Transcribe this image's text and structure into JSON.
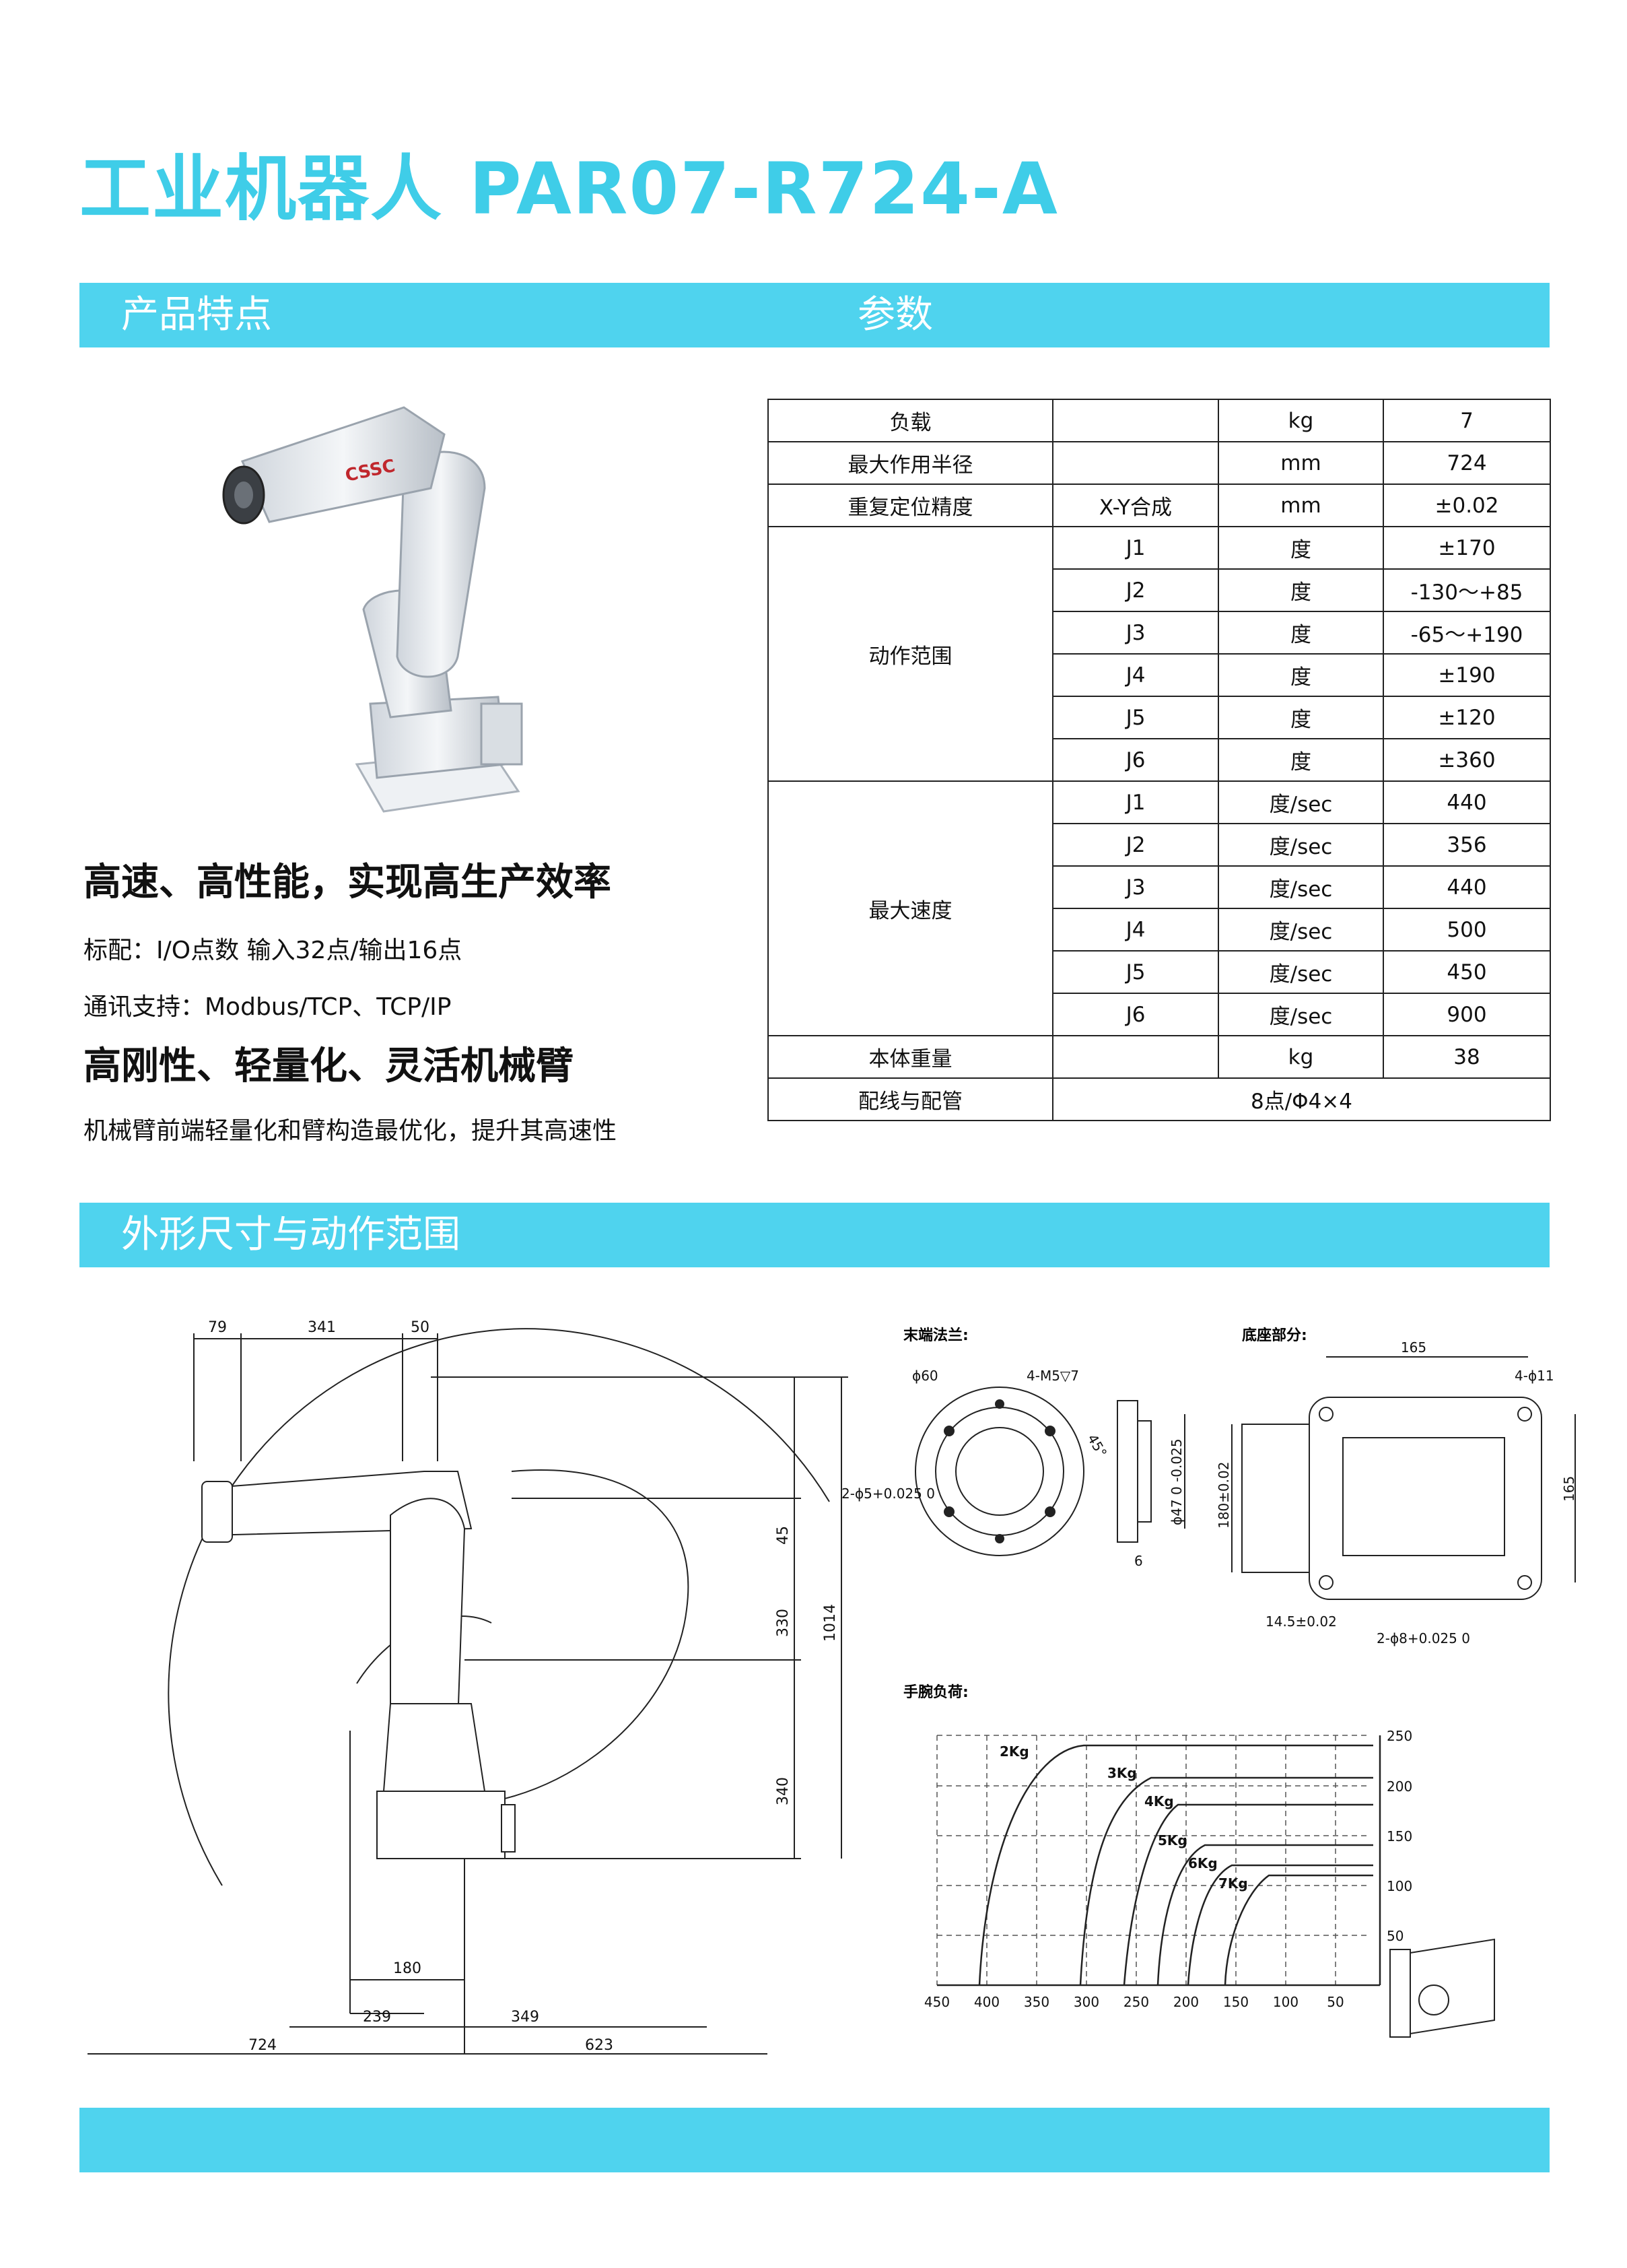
{
  "title": "工业机器人 PAR07-R724-A",
  "sections": {
    "features": "产品特点",
    "params": "参数",
    "dimensions": "外形尺寸与动作范围"
  },
  "photo_logo": "CSSC",
  "features": {
    "h1": "高速、高性能，实现高生产效率",
    "t1": "标配：I/O点数 输入32点/输出16点",
    "t2": "通讯支持：Modbus/TCP、TCP/IP",
    "h2": "高刚性、轻量化、灵活机械臂",
    "t3": "机械臂前端轻量化和臂构造最优化，提升其高速性"
  },
  "params": {
    "payload": {
      "label": "负载",
      "unit": "kg",
      "value": "7"
    },
    "reach": {
      "label": "最大作用半径",
      "unit": "mm",
      "value": "724"
    },
    "repeat": {
      "label": "重复定位精度",
      "sub": "X-Y合成",
      "unit": "mm",
      "value": "±0.02"
    },
    "range": {
      "label": "动作范围",
      "rows": [
        {
          "axis": "J1",
          "unit": "度",
          "value": "±170"
        },
        {
          "axis": "J2",
          "unit": "度",
          "value": "-130～+85"
        },
        {
          "axis": "J3",
          "unit": "度",
          "value": "-65～+190"
        },
        {
          "axis": "J4",
          "unit": "度",
          "value": "±190"
        },
        {
          "axis": "J5",
          "unit": "度",
          "value": "±120"
        },
        {
          "axis": "J6",
          "unit": "度",
          "value": "±360"
        }
      ]
    },
    "speed": {
      "label": "最大速度",
      "rows": [
        {
          "axis": "J1",
          "unit": "度/sec",
          "value": "440"
        },
        {
          "axis": "J2",
          "unit": "度/sec",
          "value": "356"
        },
        {
          "axis": "J3",
          "unit": "度/sec",
          "value": "440"
        },
        {
          "axis": "J4",
          "unit": "度/sec",
          "value": "500"
        },
        {
          "axis": "J5",
          "unit": "度/sec",
          "value": "450"
        },
        {
          "axis": "J6",
          "unit": "度/sec",
          "value": "900"
        }
      ]
    },
    "weight": {
      "label": "本体重量",
      "unit": "kg",
      "value": "38"
    },
    "wiring": {
      "label": "配线与配管",
      "value": "8点/Φ4×4"
    }
  },
  "drawing": {
    "dims": {
      "d79": "79",
      "d341": "341",
      "d50": "50",
      "d45": "45",
      "d330": "330",
      "d1014": "1014",
      "d340": "340",
      "d180": "180",
      "d724": "724",
      "d239": "239",
      "d349": "349",
      "d623": "623"
    },
    "flange": {
      "title": "末端法兰:",
      "phi60": "ϕ60",
      "m5": "4-M5▽7",
      "deg45": "45°",
      "pin": "2-ϕ5+0.025 0",
      "phi47": "ϕ47 0 -0.025",
      "d6": "6"
    },
    "base": {
      "title": "底座部分:",
      "d165a": "165",
      "holes": "4-ϕ11",
      "d165b": "165",
      "d180": "180±0.02",
      "d145": "14.5±0.02",
      "pin": "2-ϕ8+0.025 0"
    },
    "wrist": {
      "title": "手腕负荷:",
      "y_ticks": [
        "250",
        "200",
        "150",
        "100",
        "50"
      ],
      "x_ticks": [
        "450",
        "400",
        "350",
        "300",
        "250",
        "200",
        "150",
        "100",
        "50"
      ],
      "loads": [
        "2Kg",
        "3Kg",
        "4Kg",
        "5Kg",
        "6Kg",
        "7Kg"
      ]
    }
  }
}
